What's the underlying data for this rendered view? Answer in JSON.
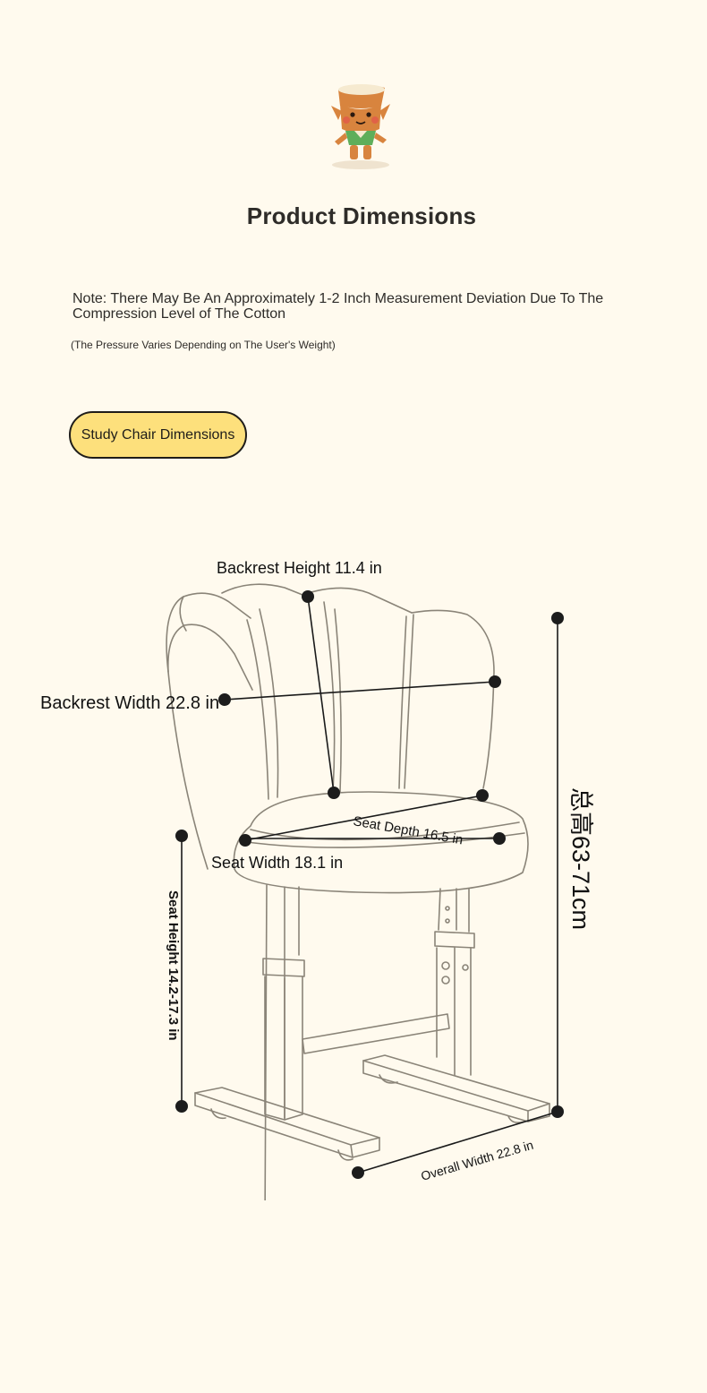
{
  "header": {
    "title": "Product Dimensions"
  },
  "notice": {
    "main": "Note: There May Be An Approximately 1-2 Inch Measurement Deviation Due To The Compression Level of The Cotton",
    "sub": "(The Pressure Varies Depending on The User's Weight)"
  },
  "tab": {
    "label": "Study Chair Dimensions"
  },
  "diagram": {
    "backrest_height": "Backrest Height 11.4 in",
    "backrest_width": "Backrest Width 22.8 in",
    "seat_depth": "Seat Depth 16.5 in",
    "seat_width": "Seat Width 18.1 in",
    "seat_height": "Seat Height 14.2-17.3 in",
    "overall_width": "Overall Width 22.8 in",
    "total_height": "总高63-71cm"
  },
  "colors": {
    "background": "#fffaee",
    "accent": "#fde07c",
    "line": "#1a1a1a",
    "sketch": "#8a8478"
  }
}
